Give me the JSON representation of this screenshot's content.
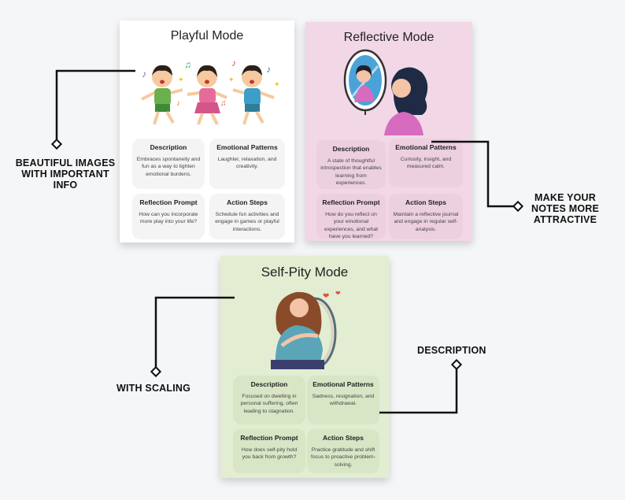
{
  "cards": {
    "playful": {
      "title": "Playful Mode",
      "description": {
        "heading": "Description",
        "body": "Embraces spontaneity and fun as a way to lighten emotional burdens."
      },
      "emotional": {
        "heading": "Emotional Patterns",
        "body": "Laughter, relaxation, and creativity."
      },
      "reflection": {
        "heading": "Reflection Prompt",
        "body": "How can you incorporate more play into your life?"
      },
      "action": {
        "heading": "Action Steps",
        "body": "Schedule fun activities and engage in games or playful interactions."
      }
    },
    "reflective": {
      "title": "Reflective Mode",
      "description": {
        "heading": "Description",
        "body": "A state of thoughtful introspection that enables learning from experiences."
      },
      "emotional": {
        "heading": "Emotional Patterns",
        "body": "Curiosity, insight, and measured calm."
      },
      "reflection": {
        "heading": "Reflection Prompt",
        "body": "How do you reflect on your emotional experiences, and what have you learned?"
      },
      "action": {
        "heading": "Action Steps",
        "body": "Maintain a reflective journal and engage in regular self-analysis."
      }
    },
    "selfpity": {
      "title": "Self-Pity Mode",
      "description": {
        "heading": "Description",
        "body": "Focused on dwelling in personal suffering, often leading to stagnation."
      },
      "emotional": {
        "heading": "Emotional Patterns",
        "body": "Sadness, resignation, and withdrawal."
      },
      "reflection": {
        "heading": "Reflection Prompt",
        "body": "How does self-pity hold you back from growth?"
      },
      "action": {
        "heading": "Action Steps",
        "body": "Practice gratitude and shift focus to proactive problem-solving."
      }
    }
  },
  "callouts": {
    "images": "BEAUTIFUL IMAGES WITH IMPORTANT INFO",
    "notes": "MAKE YOUR NOTES MORE ATTRACTIVE",
    "scaling": "WITH SCALING",
    "description": "DESCRIPTION"
  },
  "colors": {
    "playful_bg": "#ffffff",
    "reflective_bg": "#f2d7e6",
    "selfpity_bg": "#e2edd2"
  }
}
